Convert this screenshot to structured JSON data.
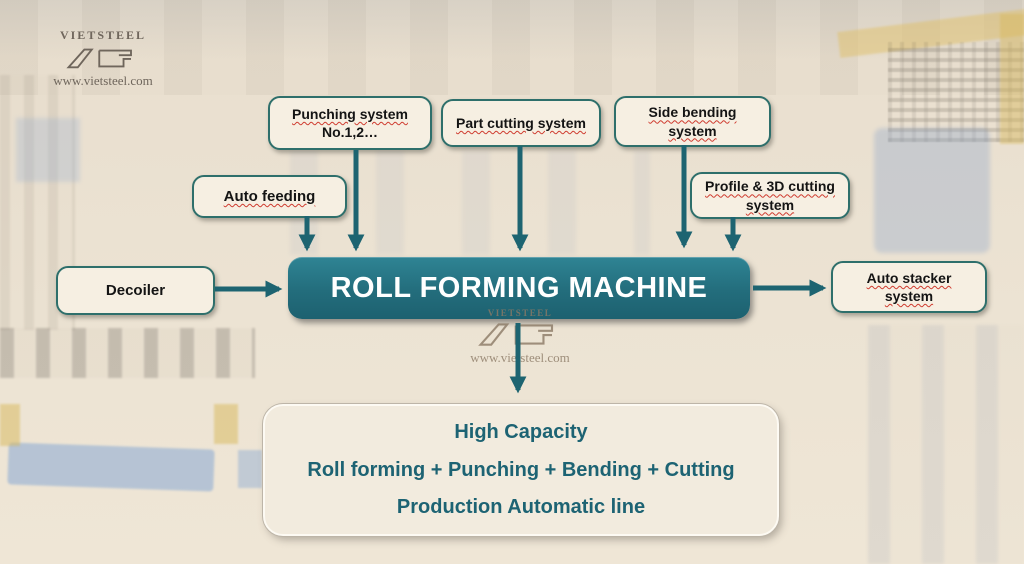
{
  "logo": {
    "brand": "VIETSTEEL",
    "website": "www.vietsteel.com"
  },
  "watermark": {
    "brand": "VIETSTEEL",
    "website": "www.vietsteel.com"
  },
  "center_node": {
    "label": "ROLL FORMING MACHINE"
  },
  "nodes": {
    "punching": {
      "line1": "Punching system",
      "line2": "No.1,2…"
    },
    "part_cutting": {
      "line1": "Part cutting system"
    },
    "side_bending": {
      "line1": "Side bending",
      "line2": "system"
    },
    "auto_feeding": {
      "line1": "Auto feeding"
    },
    "profile_3d": {
      "line1": "Profile & 3D cutting",
      "line2": "system"
    },
    "decoiler": {
      "line1": "Decoiler"
    },
    "auto_stacker": {
      "line1": "Auto stacker",
      "line2": "system"
    }
  },
  "summary": {
    "line1": "High Capacity",
    "line2": "Roll forming + Punching + Bending + Cutting",
    "line3": "Production Automatic line"
  },
  "colors": {
    "center_fill": "#25717f",
    "node_fill": "#f6efe2",
    "node_border": "#2e6f6b",
    "arrow": "#1d6471",
    "summary_text": "#1d6373",
    "spellcheck_underline": "#cf3b2f"
  }
}
